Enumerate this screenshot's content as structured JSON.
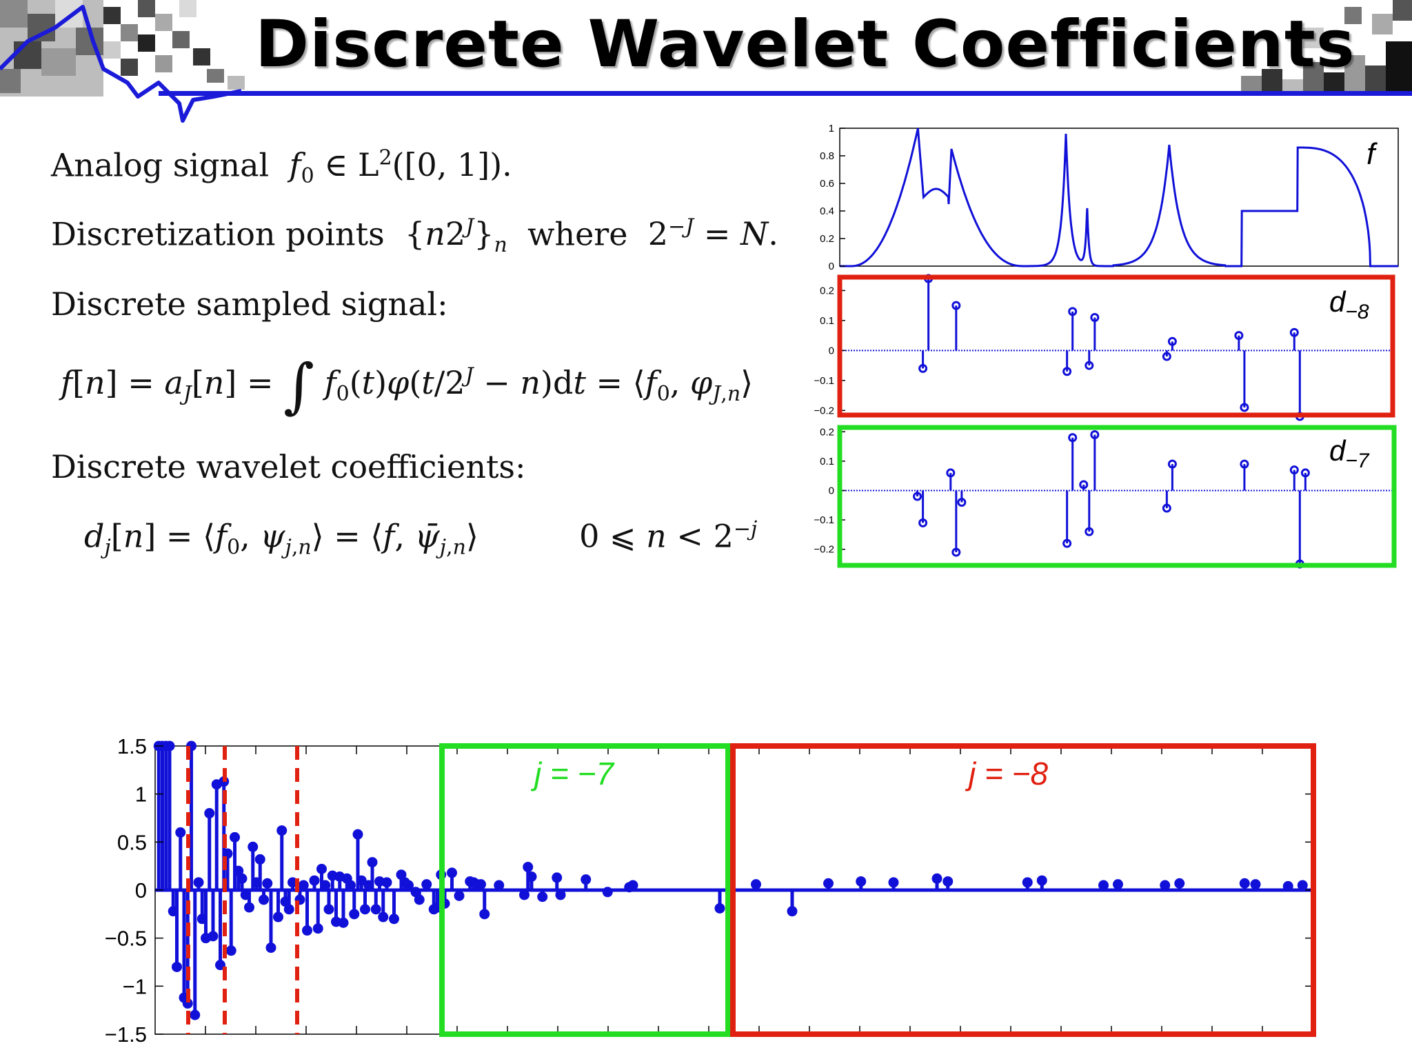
{
  "title": "Discrete Wavelet Coefficients",
  "text": {
    "line1": "Analog signal",
    "line2_a": "Discretization points",
    "line2_b": "where",
    "line3": "Discrete sampled signal:",
    "line4": "Discrete wavelet coefficients:"
  },
  "colors": {
    "blue": "#1010d8",
    "red": "#e02010",
    "green": "#22dd22",
    "title_rule": "#1a1ad8"
  },
  "chart_data": [
    {
      "type": "line",
      "label": "f",
      "ylim": [
        0,
        1
      ],
      "yticks": [
        "0",
        "0.2",
        "0.4",
        "0.6",
        "0.8",
        "1"
      ]
    },
    {
      "type": "stem",
      "label": "d_{-8}",
      "ylim": [
        -0.22,
        0.24
      ],
      "yticks": [
        "−0.2",
        "−0.1",
        "0",
        "0.1",
        "0.2"
      ],
      "x": [
        0.15,
        0.16,
        0.21,
        0.41,
        0.42,
        0.45,
        0.46,
        0.59,
        0.6,
        0.72,
        0.73,
        0.82,
        0.83
      ],
      "values": [
        -0.06,
        0.24,
        0.15,
        -0.07,
        0.13,
        -0.05,
        0.11,
        -0.02,
        0.03,
        0.05,
        -0.19,
        0.06,
        -0.22
      ]
    },
    {
      "type": "stem",
      "label": "d_{-7}",
      "ylim": [
        -0.25,
        0.21
      ],
      "yticks": [
        "−0.2",
        "−0.1",
        "0",
        "0.1",
        "0.2"
      ],
      "x": [
        0.14,
        0.15,
        0.2,
        0.21,
        0.22,
        0.41,
        0.42,
        0.44,
        0.45,
        0.46,
        0.59,
        0.6,
        0.73,
        0.82,
        0.83,
        0.84
      ],
      "values": [
        -0.02,
        -0.11,
        0.06,
        -0.21,
        -0.04,
        -0.18,
        0.18,
        0.02,
        -0.14,
        0.19,
        -0.06,
        0.09,
        0.09,
        0.07,
        -0.25,
        0.06
      ]
    },
    {
      "type": "stem",
      "ylim": [
        -1.5,
        1.5
      ],
      "yticks": [
        "1.5",
        "1",
        "0.5",
        "0",
        "−0.5",
        "−1",
        "−1.5"
      ],
      "annotations": [
        "j = −7",
        "j = −8"
      ],
      "x": [
        1,
        2,
        3,
        4,
        5,
        6,
        7,
        8,
        9,
        10,
        11,
        12,
        13,
        14,
        15,
        16,
        17,
        18,
        19,
        20,
        21,
        22,
        23,
        24,
        25,
        26,
        27,
        28,
        29,
        30,
        31,
        32,
        34,
        35,
        36,
        37,
        38,
        40,
        41,
        42,
        44,
        45,
        46,
        47,
        48,
        49,
        50,
        51,
        52,
        53,
        54,
        55,
        56,
        57,
        58,
        59,
        60,
        61,
        62,
        63,
        64,
        66,
        68,
        69,
        70,
        72,
        73,
        75,
        77,
        78,
        79,
        80,
        82,
        84,
        87,
        88,
        89,
        90,
        91,
        95,
        102,
        103,
        104,
        107,
        111,
        112,
        119,
        125,
        131,
        132,
        156,
        166,
        176,
        186,
        195,
        204,
        216,
        219,
        241,
        245,
        262,
        266,
        279,
        283,
        301,
        304,
        313,
        317,
        331,
        333
      ],
      "values": [
        1.5,
        1.5,
        1.5,
        1.5,
        -0.22,
        -0.8,
        0.6,
        -1.12,
        -1.18,
        1.5,
        -1.3,
        0.08,
        -0.3,
        -0.5,
        0.8,
        -0.48,
        1.1,
        -0.78,
        1.13,
        0.38,
        -0.63,
        0.55,
        0.2,
        0.12,
        -0.05,
        -0.18,
        0.45,
        0.08,
        0.32,
        -0.1,
        0.07,
        -0.6,
        -0.28,
        0.62,
        -0.12,
        -0.2,
        0.08,
        -0.1,
        0.05,
        -0.42,
        0.1,
        -0.4,
        0.22,
        0.05,
        -0.2,
        0.15,
        -0.33,
        0.14,
        -0.34,
        0.12,
        0.05,
        -0.25,
        0.58,
        0.1,
        -0.2,
        0.05,
        0.29,
        -0.2,
        0.09,
        -0.28,
        0.08,
        -0.3,
        0.16,
        0.08,
        0.05,
        -0.02,
        -0.1,
        0.06,
        -0.2,
        -0.18,
        0.16,
        -0.14,
        0.18,
        -0.06,
        0.09,
        0.08,
        0.06,
        0.06,
        -0.25,
        0.05,
        -0.05,
        0.24,
        0.14,
        -0.07,
        0.13,
        -0.05,
        0.11,
        -0.02,
        0.03,
        0.05,
        -0.19,
        0.06,
        -0.22,
        0.07,
        0.09,
        0.08,
        0.12,
        0.09,
        0.08,
        0.1,
        0.05,
        0.06,
        0.05,
        0.07,
        0.07,
        0.06,
        0.04,
        0.05,
        0.05,
        0.04
      ]
    }
  ]
}
